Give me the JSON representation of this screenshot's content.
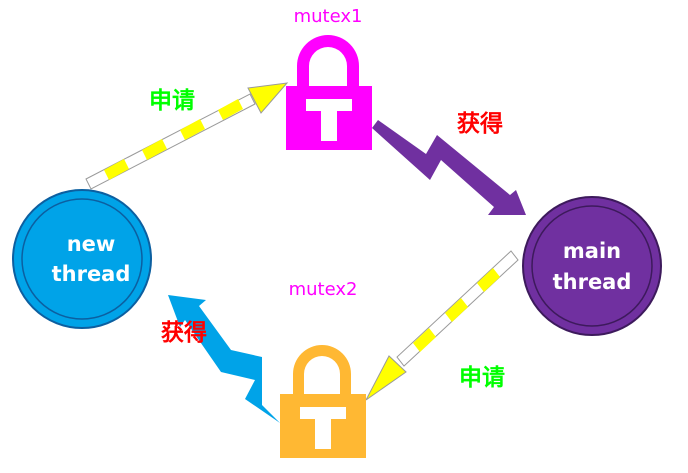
{
  "colors": {
    "mutex1": "#ff00ff",
    "mutex2": "#ffb833",
    "new_thread": "#00a3e8",
    "main_thread": "#7030a0",
    "request_arrow": "#ffff00",
    "acquire_arrow_1": "#7030a0",
    "acquire_arrow_2": "#00a3e8",
    "request_label": "#00ff00",
    "acquire_label": "#ff0000"
  },
  "locks": {
    "mutex1": {
      "label": "mutex1",
      "icon": "padlock-icon"
    },
    "mutex2": {
      "label": "mutex2",
      "icon": "padlock-icon"
    }
  },
  "threads": {
    "new_thread": {
      "line1": "new",
      "line2": "thread"
    },
    "main_thread": {
      "line1": "main",
      "line2": "thread"
    }
  },
  "edges": {
    "request_1": {
      "label": "申请"
    },
    "acquire_1": {
      "label": "获得"
    },
    "request_2": {
      "label": "申请"
    },
    "acquire_2": {
      "label": "获得"
    }
  }
}
